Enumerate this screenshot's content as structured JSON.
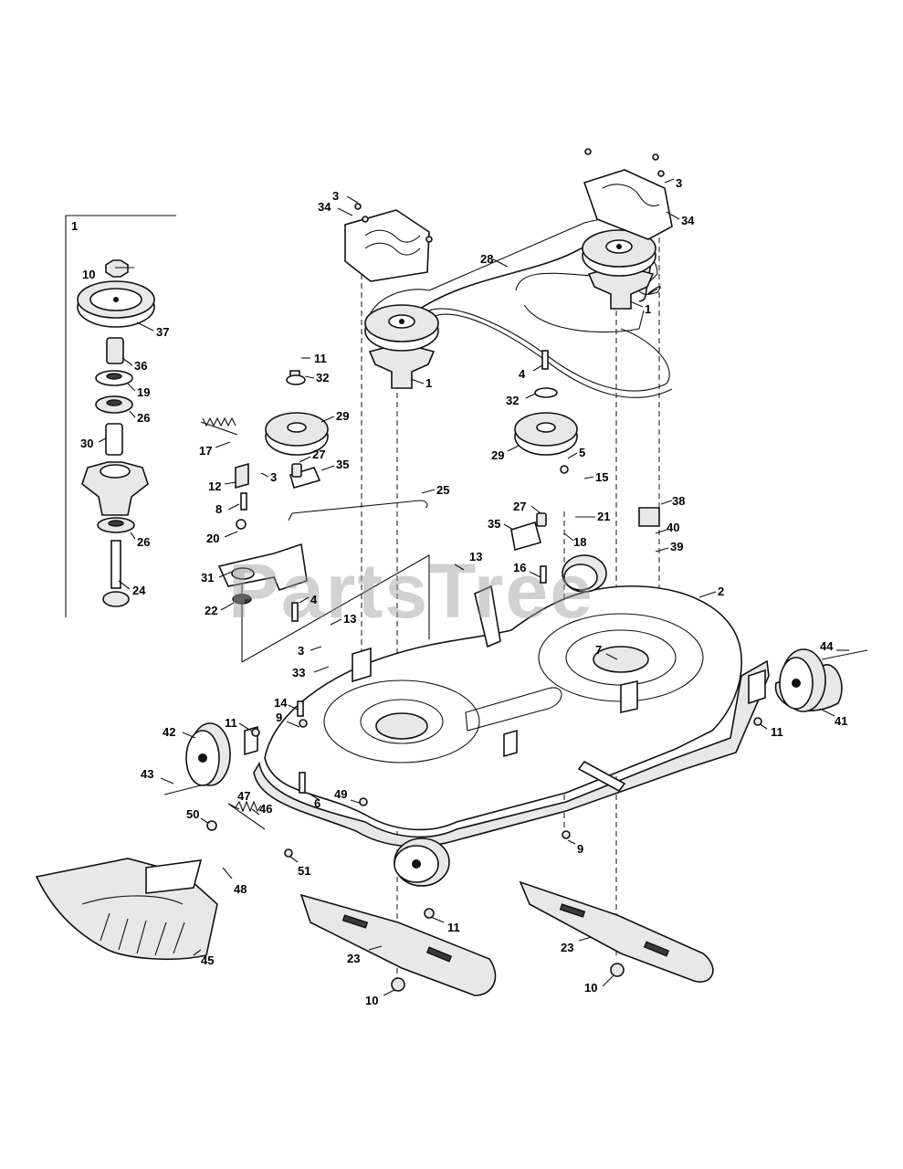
{
  "watermark": "PartsTree",
  "inset": {
    "label": "1"
  },
  "callouts": {
    "c1a": "1",
    "c1b": "1",
    "c2": "2",
    "c3a": "3",
    "c3b": "3",
    "c3c": "3",
    "c3d": "3",
    "c4a": "4",
    "c4b": "4",
    "c5": "5",
    "c6": "6",
    "c7": "7",
    "c8": "8",
    "c9a": "9",
    "c9b": "9",
    "c10a": "10",
    "c10b": "10",
    "c10c": "10",
    "c11a": "11",
    "c11b": "11",
    "c11c": "11",
    "c11d": "11",
    "c12": "12",
    "c13a": "13",
    "c13b": "13",
    "c14": "14",
    "c15": "15",
    "c16": "16",
    "c17": "17",
    "c18": "18",
    "c19": "19",
    "c20": "20",
    "c21": "21",
    "c22": "22",
    "c23a": "23",
    "c23b": "23",
    "c24": "24",
    "c25": "25",
    "c26a": "26",
    "c26b": "26",
    "c27a": "27",
    "c27b": "27",
    "c28": "28",
    "c29a": "29",
    "c29b": "29",
    "c30": "30",
    "c31": "31",
    "c32a": "32",
    "c32b": "32",
    "c33": "33",
    "c34a": "34",
    "c34b": "34",
    "c35a": "35",
    "c35b": "35",
    "c36": "36",
    "c37": "37",
    "c38": "38",
    "c39": "39",
    "c40": "40",
    "c41": "41",
    "c42": "42",
    "c43": "43",
    "c44": "44",
    "c45": "45",
    "c46": "46",
    "c47": "47",
    "c48": "48",
    "c49": "49",
    "c50": "50",
    "c51": "51"
  }
}
